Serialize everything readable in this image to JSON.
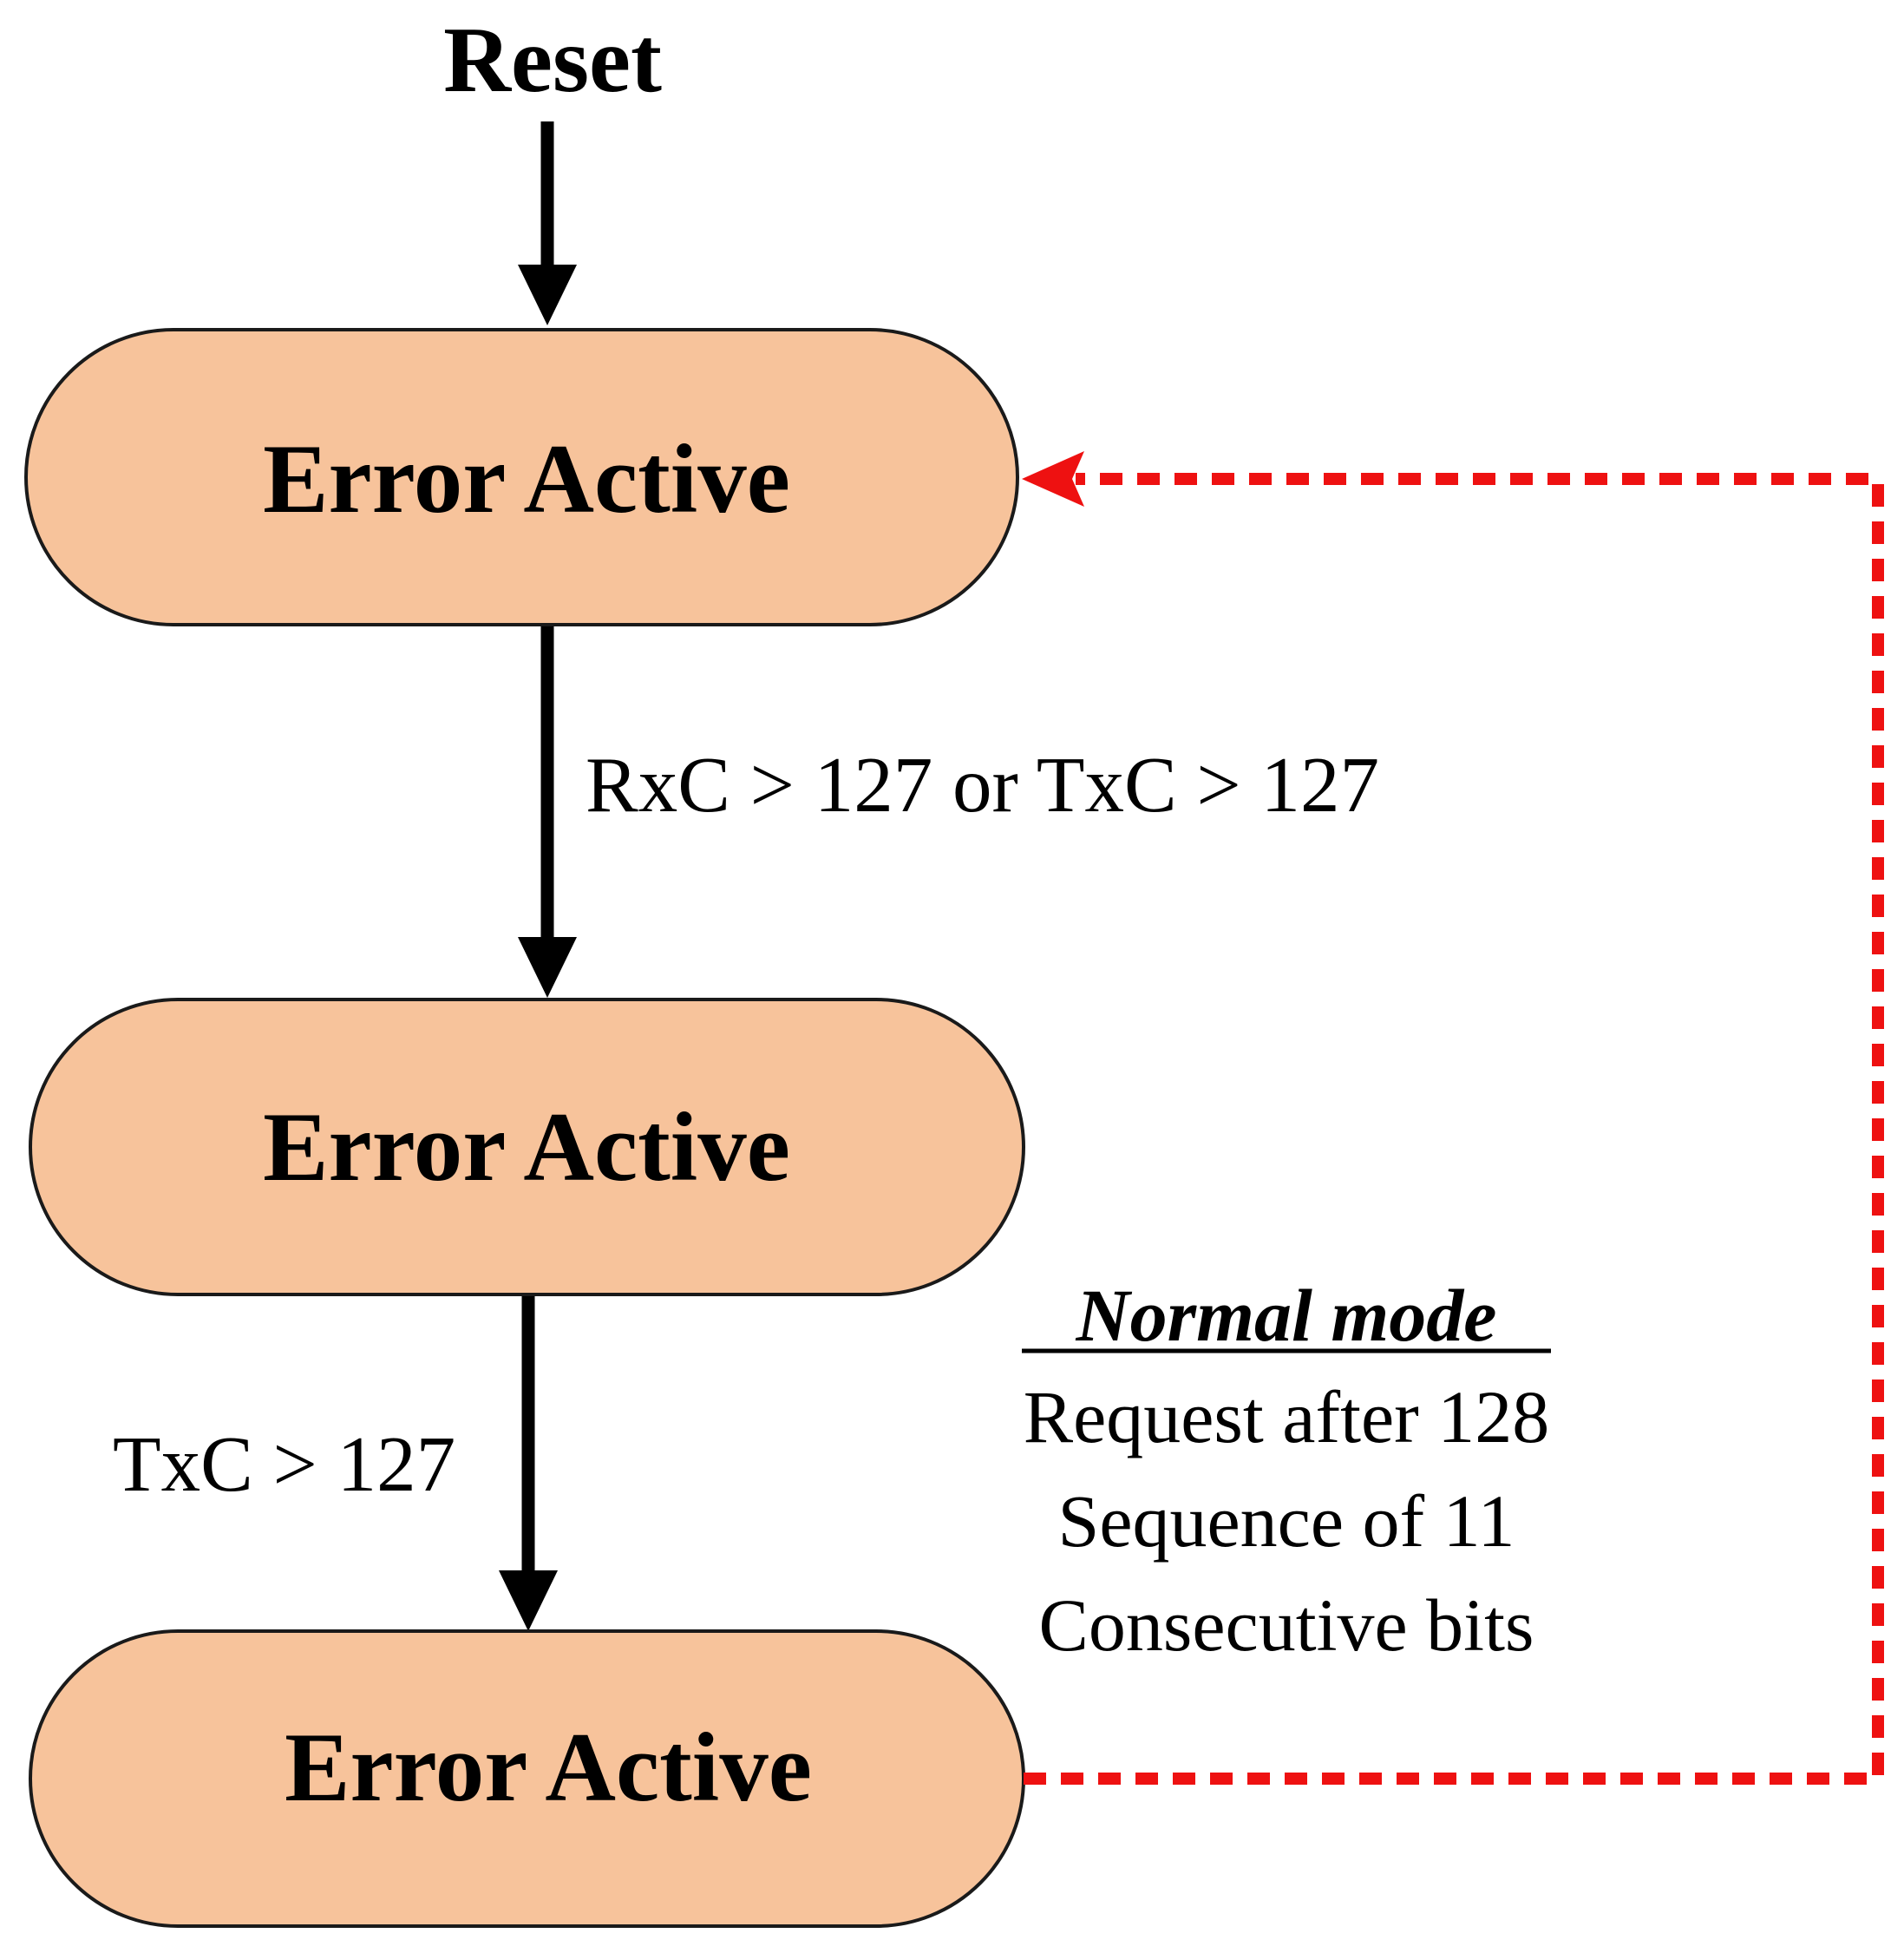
{
  "diagram": {
    "start_label": "Reset",
    "states": [
      {
        "id": "state-1",
        "label": "Error Active"
      },
      {
        "id": "state-2",
        "label": "Error Active"
      },
      {
        "id": "state-3",
        "label": "Error Active"
      }
    ],
    "transitions": [
      {
        "from": "state-1",
        "to": "state-2",
        "label": "RxC > 127 or TxC > 127"
      },
      {
        "from": "state-2",
        "to": "state-3",
        "label": "TxC > 127"
      }
    ],
    "recovery_note": {
      "title": "Normal mode",
      "lines": [
        "Request after 128",
        "Sequence of 11",
        "Consecutive bits"
      ]
    },
    "colors": {
      "state_fill": "#F7C39B",
      "state_stroke": "#1a1a1a",
      "arrow": "#000000",
      "recovery_arrow": "#EE1111",
      "text": "#000000"
    }
  }
}
